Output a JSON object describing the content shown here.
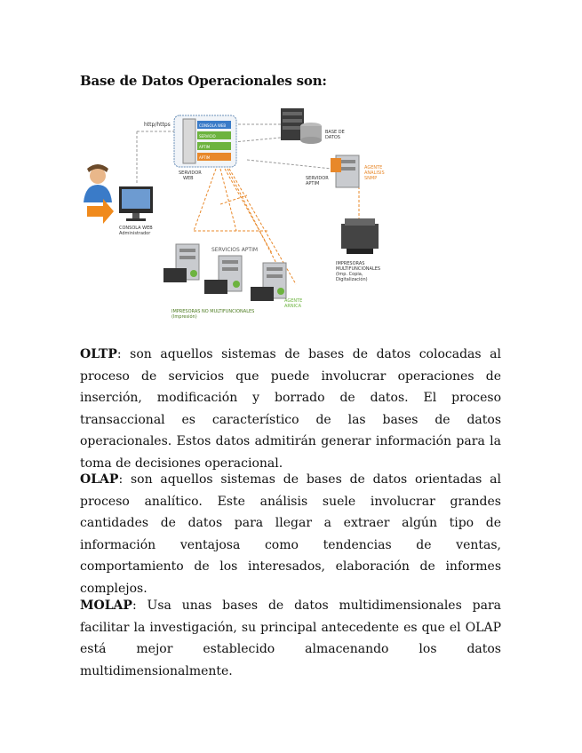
{
  "heading": "Base de Datos Operacionales son:",
  "diagram": {
    "labels": {
      "http": "http/https",
      "base_datos_1": "BASE DE",
      "base_datos_2": "DATOS",
      "servidor_web_1": "SERVIDOR",
      "servidor_web_2": "WEB",
      "consola_1": "CONSOLA WEB",
      "consola_2": "Administrador",
      "servidor_aptim_1": "SERVIDOR",
      "servidor_aptim_2": "APTIM",
      "agente_1": "AGENTE",
      "agente_2": "ANALISIS",
      "agente_3": "SNMP",
      "servicios": "SERVICIOS APTIM",
      "impresoras_1": "IMPRESORAS",
      "impresoras_2": "MULTIFUNCIONALES",
      "impresoras_3": "(Imp. Copia,",
      "impresoras_4": "Digitalización)",
      "impresoras_bottom_1": "IMPRESORAS NO MULTIFUNCIONALES",
      "impresoras_bottom_2": "(Impresión)",
      "agente_arnica_1": "AGENTE",
      "agente_arnica_2": "ARNICA",
      "web_module_1": "CONSOLA WEB",
      "web_module_2": "SERVICIO",
      "web_module_3": "APTIM",
      "web_module_4": "APTIM"
    },
    "colors": {
      "blue": "#3a7bc8",
      "green": "#6db33f",
      "orange": "#e8882a",
      "dark_green": "#4b7a1e"
    }
  },
  "paragraphs": [
    {
      "term": "OLTP",
      "text": ": son aquellos sistemas de bases de datos colocadas al proceso de servicios que puede involucrar operaciones de inserción, modificación y borrado de datos. El proceso transaccional es característico de las bases de datos operacionales. Estos datos admitirán generar información para la toma de decisiones operacional."
    },
    {
      "term": "OLAP",
      "text": ": son aquellos sistemas de bases de datos orientadas al proceso analítico. Este análisis suele involucrar grandes cantidades de datos para llegar a extraer algún tipo de información ventajosa como tendencias de ventas, comportamiento de los interesados, elaboración de informes complejos."
    },
    {
      "term": "MOLAP",
      "text": ": Usa unas bases de datos multidimensionales para facilitar la investigación, su principal antecedente es que el OLAP está mejor establecido almacenando los datos multidimensionalmente."
    }
  ]
}
